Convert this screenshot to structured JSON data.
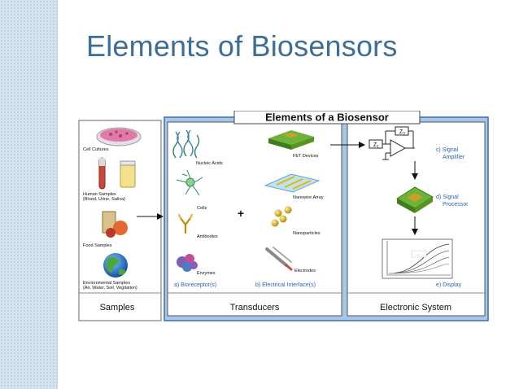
{
  "slide": {
    "title": "Elements of Biosensors"
  },
  "figure": {
    "title": "Elements of a Biosensor",
    "samples": {
      "items": [
        "Cell Cultures",
        "Human Samples",
        "(Blood, Urine, Saliva)",
        "Food Samples",
        "Environmental Samples",
        "(Air, Water, Soil, Vegitation)"
      ],
      "footer": "Samples"
    },
    "transducers": {
      "bioreceptors": [
        "Nucleic Acids",
        "Cells",
        "Antibodies",
        "Enzymes"
      ],
      "interfaces": [
        "FET Devices",
        "Nanowire Array",
        "Nanoparticles",
        "Electrodes"
      ],
      "plus": "+",
      "caption_a": "a) Bioreceptor(s)",
      "caption_b": "b) Electrical Interface(s)",
      "footer": "Transducers"
    },
    "electronic": {
      "z2": "Z",
      "z2_sub": "2",
      "z1": "Z",
      "z1_sub": "1",
      "amplifier": [
        "c) Signal",
        "Amplifier"
      ],
      "processor": [
        "d) Signal",
        "Processor"
      ],
      "display": "e) Display",
      "footer": "Electronic System"
    }
  },
  "colors": {
    "title": "#3c6e97",
    "panel": "#a8c7e8",
    "panel_border": "#3a6fb0",
    "caption": "#2f63b5"
  }
}
